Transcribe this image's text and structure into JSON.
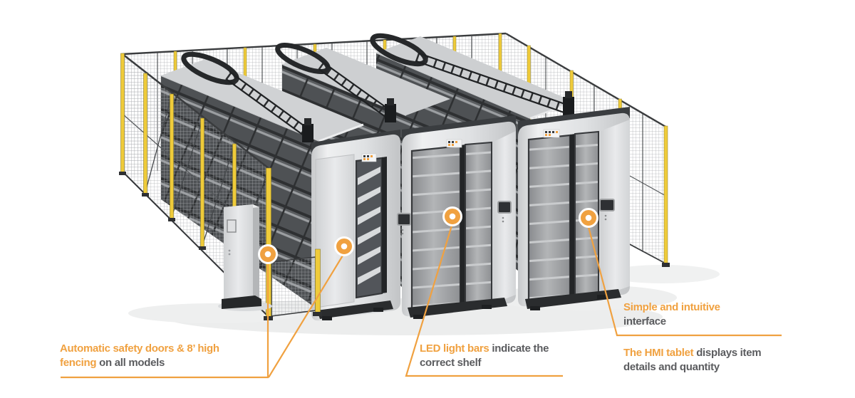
{
  "figure": {
    "type": "annotated-product-illustration",
    "subject": "Three industrial vertical storage carousel machines inside a yellow-post wire safety fence, with a control cabinet and four orange hotspot markers"
  },
  "colors": {
    "accent_orange": "#f0a140",
    "text_dark": "#5b5c5f",
    "fence_yellow": "#efcb3a",
    "machine_light_gray": "#e6e7e9",
    "shelving_dark": "#4e5154",
    "track_black": "#2b2d2f",
    "background": "#ffffff"
  },
  "icons": {
    "hotspot_marker": "orange filled circle with white ring and white center dot",
    "hmi_tablet": "small dark tablet screen mounted on machine column"
  },
  "callouts": [
    {
      "id": "safety-doors",
      "highlight": "Automatic safety doors & 8’ high fencing",
      "rest": "on all models"
    },
    {
      "id": "led-light-bars",
      "highlight": "LED light bars",
      "rest": "indicate the correct shelf"
    },
    {
      "id": "interface",
      "highlight": "Simple and intuitive",
      "rest": "interface"
    },
    {
      "id": "hmi-tablet",
      "highlight": "The HMI tablet",
      "rest": "displays item details and quantity"
    }
  ]
}
